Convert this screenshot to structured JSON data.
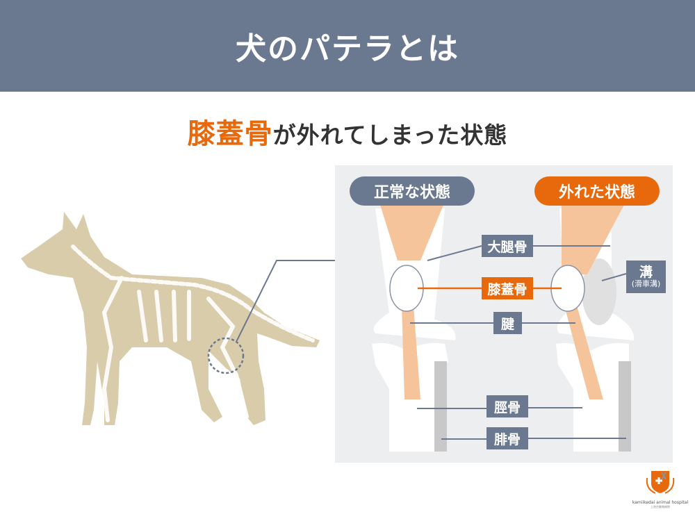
{
  "header": {
    "title": "犬のパテラとは"
  },
  "subtitle": {
    "highlight": "膝蓋骨",
    "rest": "が外れてしまった状態"
  },
  "panel": {
    "normal_label": "正常な状態",
    "luxated_label": "外れた状態",
    "labels": {
      "femur": "大腿骨",
      "patella": "膝蓋骨",
      "tendon": "腱",
      "tibia": "脛骨",
      "fibula": "腓骨",
      "groove": "溝",
      "groove_sub": "(滑車溝)"
    }
  },
  "logo": {
    "name_en": "kamiikedai animal hospital",
    "name_jp": "上池台動物病院"
  },
  "colors": {
    "header": "#6a7890",
    "accent": "#e8690b",
    "panel": "#eceef0",
    "muscle": "#f6c49a",
    "dog": "#d9ccaa"
  }
}
